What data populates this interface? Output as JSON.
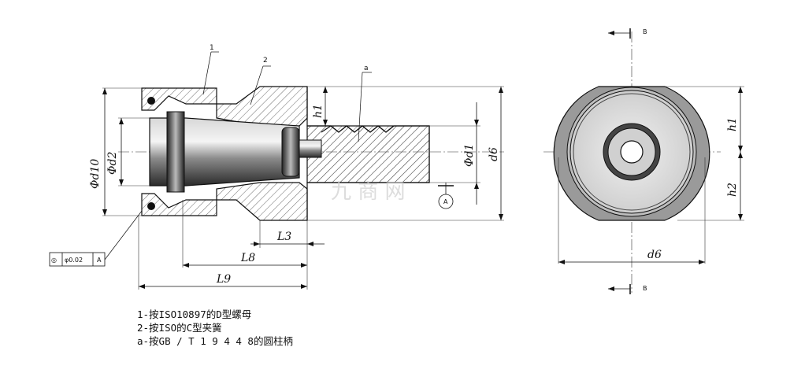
{
  "notes": [
    "1-按ISO10897的D型螺母",
    "2-按ISO的C型夹簧",
    "a-按GB / T 1 9 4 4 8的圆柱柄"
  ],
  "callouts": {
    "part1": "1",
    "part2": "2",
    "parta": "a",
    "datum": "A"
  },
  "dimensions": {
    "d10": "Φd10",
    "d2": "Φd2",
    "d1": "Φd1",
    "d6_side": "d6",
    "h1": "h1",
    "L3": "L3",
    "L8": "L8",
    "L9": "L9",
    "h1_right": "h1",
    "h2_right": "h2",
    "d6_bottom": "d6"
  },
  "tolerance": {
    "symbol": "◎",
    "value": "φ0.02",
    "datum": "A"
  },
  "section": {
    "top": "B",
    "bottom": "B"
  },
  "watermark": "九 商 网"
}
